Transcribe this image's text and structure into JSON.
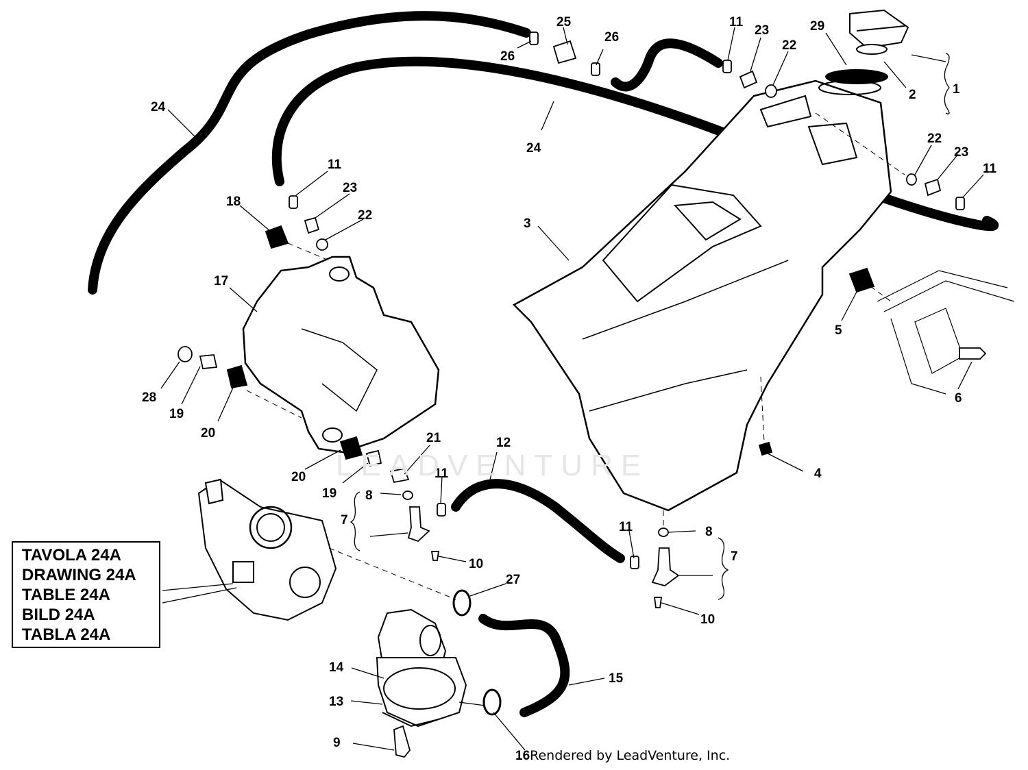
{
  "watermark": "LEADVENTURE",
  "reference_box": {
    "lines": [
      "TAVOLA 24A",
      "DRAWING 24A",
      "TABLE 24A",
      "BILD 24A",
      "TABLA 24A"
    ]
  },
  "footer": {
    "last_callout": "16",
    "credit": "Rendered by LeadVenture, Inc."
  },
  "callouts": {
    "c24a": "24",
    "c24b": "24",
    "c25": "25",
    "c26a": "26",
    "c26b": "26",
    "c11a": "11",
    "c23a": "23",
    "c22a": "22",
    "c29": "29",
    "c2": "2",
    "c1": "1",
    "c22b": "22",
    "c23b": "23",
    "c11b": "11",
    "c11c": "11",
    "c23c": "23",
    "c22c": "22",
    "c18": "18",
    "c3": "3",
    "c17": "17",
    "c5": "5",
    "c6": "6",
    "c4": "4",
    "c28": "28",
    "c19a": "19",
    "c20a": "20",
    "c20b": "20",
    "c19b": "19",
    "c21": "21",
    "c12": "12",
    "c11d": "11",
    "c8a": "8",
    "c7a": "7",
    "c10a": "10",
    "c11e": "11",
    "c8b": "8",
    "c7b": "7",
    "c10b": "10",
    "c27": "27",
    "c15": "15",
    "c14": "14",
    "c13": "13",
    "c9": "9"
  }
}
